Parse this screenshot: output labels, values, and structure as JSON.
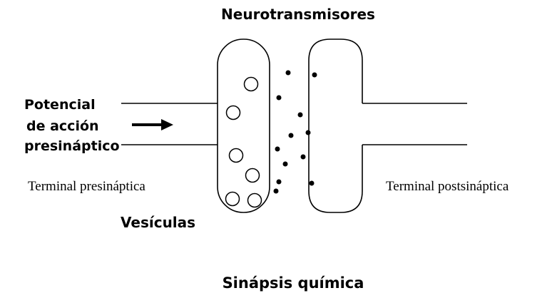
{
  "labels": {
    "neurotransmitters": "Neurotransmisores",
    "action_potential": [
      "Potencial",
      "de acción",
      "presináptico"
    ],
    "presynaptic_terminal": "Terminal presináptica",
    "postsynaptic_terminal": "Terminal postsináptica",
    "vesicles": "Vesículas",
    "caption": "Sinápsis química"
  },
  "counts": {
    "vesicles": 6,
    "neurotransmitter_dots": 12
  }
}
